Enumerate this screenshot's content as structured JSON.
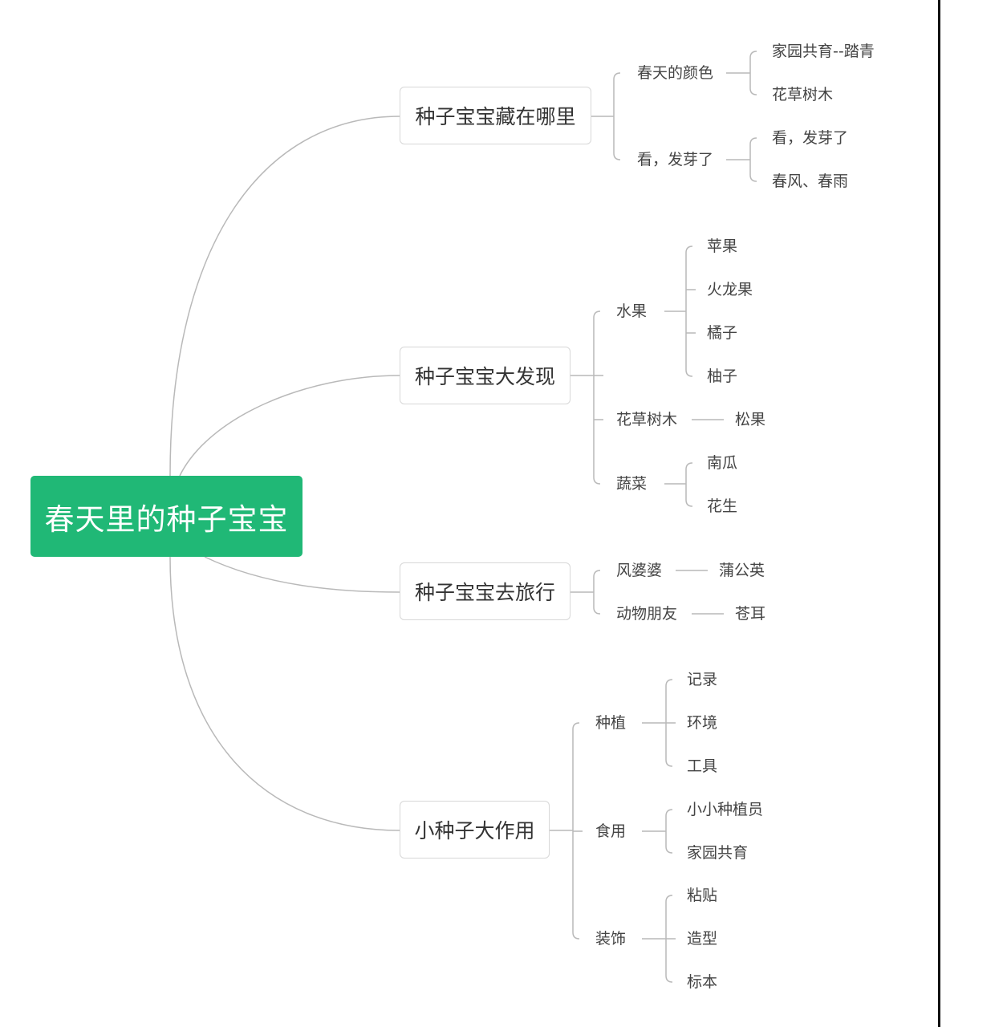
{
  "root": {
    "label": "春天里的种子宝宝",
    "color": "#20b876"
  },
  "branches": [
    {
      "label": "种子宝宝藏在哪里",
      "children": [
        {
          "label": "春天的颜色",
          "children": [
            "家园共育--踏青",
            "花草树木"
          ]
        },
        {
          "label": "看，发芽了",
          "children": [
            "看，发芽了",
            "春风、春雨"
          ]
        }
      ]
    },
    {
      "label": "种子宝宝大发现",
      "children": [
        {
          "label": "水果",
          "children": [
            "苹果",
            "火龙果",
            "橘子",
            "柚子"
          ]
        },
        {
          "label": "花草树木",
          "children": [
            "松果"
          ]
        },
        {
          "label": "蔬菜",
          "children": [
            "南瓜",
            "花生"
          ]
        }
      ]
    },
    {
      "label": "种子宝宝去旅行",
      "children": [
        {
          "label": "风婆婆",
          "children": [
            "蒲公英"
          ]
        },
        {
          "label": "动物朋友",
          "children": [
            "苍耳"
          ]
        }
      ]
    },
    {
      "label": "小种子大作用",
      "children": [
        {
          "label": "种植",
          "children": [
            "记录",
            "环境",
            "工具"
          ]
        },
        {
          "label": "食用",
          "children": [
            "小小种植员",
            "家园共育"
          ]
        },
        {
          "label": "装饰",
          "children": [
            "粘贴",
            "造型",
            "标本"
          ]
        }
      ]
    }
  ]
}
